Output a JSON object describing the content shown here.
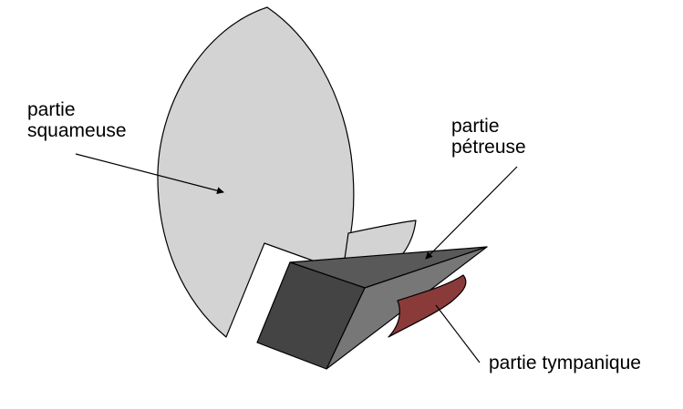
{
  "labels": {
    "squameuse": {
      "line1": "partie",
      "line2": "squameuse"
    },
    "petreuse": {
      "line1": "partie",
      "line2": "pétreuse"
    },
    "tympanique": {
      "line1": "partie tympanique"
    }
  },
  "colors": {
    "squameuse_fill": "#d3d3d3",
    "petreuse_front": "#444444",
    "petreuse_side": "#777777",
    "petreuse_top": "#595959",
    "tympanique_fill": "#8b3a3a",
    "outline": "#000000"
  }
}
